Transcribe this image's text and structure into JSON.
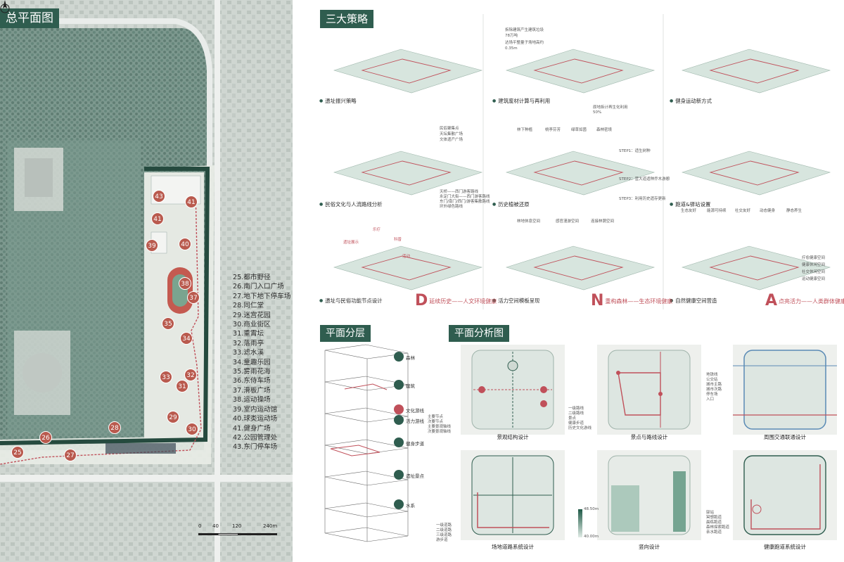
{
  "titles": {
    "master_plan": "总平面图",
    "strategies": "三大策略",
    "layering": "平面分层",
    "analysis": "平面分析图"
  },
  "plan_legend": [
    "25.都市野径",
    "26.南门入口广场",
    "27.地下地下停车场",
    "28.同仁堂",
    "29.迷宫花园",
    "30.商业街区",
    "31.重霄坛",
    "32.落雨亭",
    "33.滤水溪",
    "34.童趣乐园",
    "35.雾雨花海",
    "36.东侍车场",
    "37.滑板广场",
    "38.运动操场",
    "39.室内运动馆",
    "40.球类运动场",
    "41.健身广场",
    "42.公园管理处",
    "43.东门停车场"
  ],
  "plan_markers": [
    "43",
    "41",
    "41",
    "39",
    "40",
    "38",
    "37",
    "35",
    "34",
    "33",
    "32",
    "31",
    "29",
    "30",
    "28",
    "26",
    "27",
    "25"
  ],
  "scalebar": {
    "ticks": [
      "0",
      "40",
      "120",
      "240m"
    ]
  },
  "strategy_captions": [
    "遗址振兴策略",
    "建筑废材计算与再利用",
    "健身运动新方式",
    "民俗文化与人流路线分析",
    "历史植被还原",
    "跑道&驿站设置",
    "遗址与民俗功能节点设计",
    "活力空间模板呈现",
    "自然健康空间营造"
  ],
  "big_captions": [
    {
      "letter": "D",
      "text": "延续历史——人文环境健康"
    },
    {
      "letter": "N",
      "text": "重构森林——生态环境健康"
    },
    {
      "letter": "A",
      "text": "点亮活力——人类群体健康"
    }
  ],
  "strategy_notes": {
    "waste_1": "拆除建筑产生建筑垃圾",
    "waste_2": "78万吨",
    "waste_3": "达场平整量子场地高约",
    "waste_4": "0.35m",
    "waste_5": "原地拆计再生化利用",
    "waste_6": "50%",
    "folk_1": "民俗聚集点",
    "folk_2": "天坛集散广场",
    "folk_3": "文体遗产广场",
    "route_1": "天桥——西门游客路线",
    "route_2": "永定门大街——西门游客路线",
    "route_3": "东门/南门/西门/游客集散路线",
    "route_4": "环外绿色路线",
    "veg_1": "STEP1：适生树种",
    "veg_2": "STEP2：营大道适种乔木游憩",
    "veg_3": "STEP3：利用历史遗存更新",
    "spaces": [
      "生态友好",
      "能源可持续",
      "社交友好",
      "动态健身",
      "静态养生"
    ],
    "space_types": [
      "疗愈健康空间",
      "健康休闲空间",
      "社交休闲空间",
      "运动健康空间"
    ],
    "folk_nodes": [
      "遗址展示",
      "乐疗",
      "科普",
      "活动"
    ],
    "veg_types": [
      "林下种植",
      "桃李芬芳",
      "绿草如茵",
      "森林密境"
    ],
    "template_types": [
      "林地休息空间",
      "感官漫游空间",
      "连接林荫空间"
    ]
  },
  "layer_labels": [
    "森林",
    "建筑",
    "文化游线",
    "活力游线",
    "健身步道",
    "遗址景点",
    "水系"
  ],
  "analysis_captions": [
    "景观结构设计",
    "景点与路线设计",
    "周围交通联通设计",
    "场地道路系统设计",
    "竖向设计",
    "健康跑道系统设计"
  ],
  "analysis_legends": {
    "landscape": [
      "主要节点",
      "次要节点",
      "主要景观轴线",
      "次要景观轴线"
    ],
    "route": [
      "一级路线",
      "二级路线",
      "景点",
      "健康步道",
      "历史文化游线"
    ],
    "traffic": [
      "地铁线",
      "公交站",
      "城市主路",
      "城市次路",
      "停车场",
      "入口"
    ],
    "road": [
      "一级道路",
      "二级道路",
      "三级道路",
      "游步道"
    ],
    "vertical": [
      "48.50m",
      "40.00m"
    ],
    "health": [
      "驿站",
      "冥想跑道",
      "晨练跑道",
      "森林探索跑道",
      "亲水跑道"
    ]
  },
  "colors": {
    "title_bg": "#2f5d4f",
    "marker": "#b95a4e",
    "route_red": "#c0505a",
    "accent_pink": "#d46b7b",
    "green_dark": "#2f5d4f"
  }
}
